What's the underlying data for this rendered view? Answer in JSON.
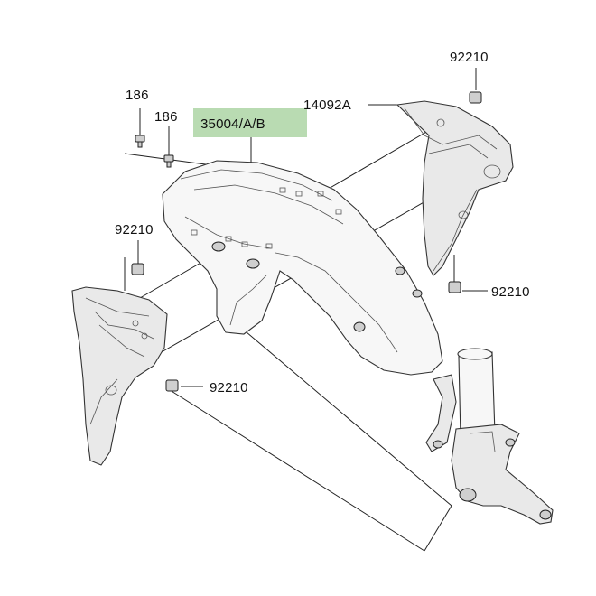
{
  "diagram": {
    "labels": [
      {
        "id": "part-186-a",
        "text": "186"
      },
      {
        "id": "part-186-b",
        "text": "186"
      },
      {
        "id": "part-35004",
        "text": "35004/A/B",
        "highlight_color": "#b9dbb2"
      },
      {
        "id": "part-14092a",
        "text": "14092A"
      },
      {
        "id": "part-92210-top",
        "text": "92210"
      },
      {
        "id": "part-92210-left",
        "text": "92210"
      },
      {
        "id": "part-92210-right",
        "text": "92210"
      },
      {
        "id": "part-92210-bottom",
        "text": "92210"
      }
    ]
  }
}
